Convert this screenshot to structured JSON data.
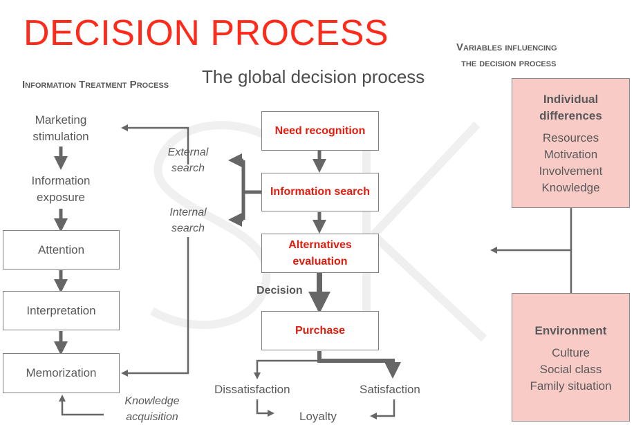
{
  "title": "DECISION PROCESS",
  "subtitle": "The global decision process",
  "left_header": "Information Treatment Process",
  "right_header": [
    "Variables influencing",
    "the decision process"
  ],
  "left_steps": {
    "marketing": [
      "Marketing",
      "stimulation"
    ],
    "exposure": [
      "Information",
      "exposure"
    ],
    "attention": "Attention",
    "interpretation": "Interpretation",
    "memorization": "Memorization"
  },
  "search_labels": {
    "external": [
      "External",
      "search"
    ],
    "internal": [
      "Internal",
      "search"
    ],
    "knowledge": [
      "Knowledge",
      "acquisition"
    ]
  },
  "center_steps": {
    "need": "Need recognition",
    "info": "Information search",
    "alternatives": [
      "Alternatives",
      "evaluation"
    ],
    "decision": "Decision",
    "purchase": "Purchase"
  },
  "outcomes": {
    "dissatisfaction": "Dissatisfaction",
    "satisfaction": "Satisfaction",
    "loyalty": "Loyalty"
  },
  "individual": {
    "heading": [
      "Individual",
      "differences"
    ],
    "items": [
      "Resources",
      "Motivation",
      "Involvement",
      "Knowledge"
    ]
  },
  "environment": {
    "heading": "Environment",
    "items": [
      "Culture",
      "Social class",
      "Family situation"
    ]
  },
  "watermark": "SK",
  "colors": {
    "title": "#ff2a1a",
    "red_text": "#e21b0c",
    "pink_fill": "#f8cbc7",
    "arrow": "#666666"
  }
}
